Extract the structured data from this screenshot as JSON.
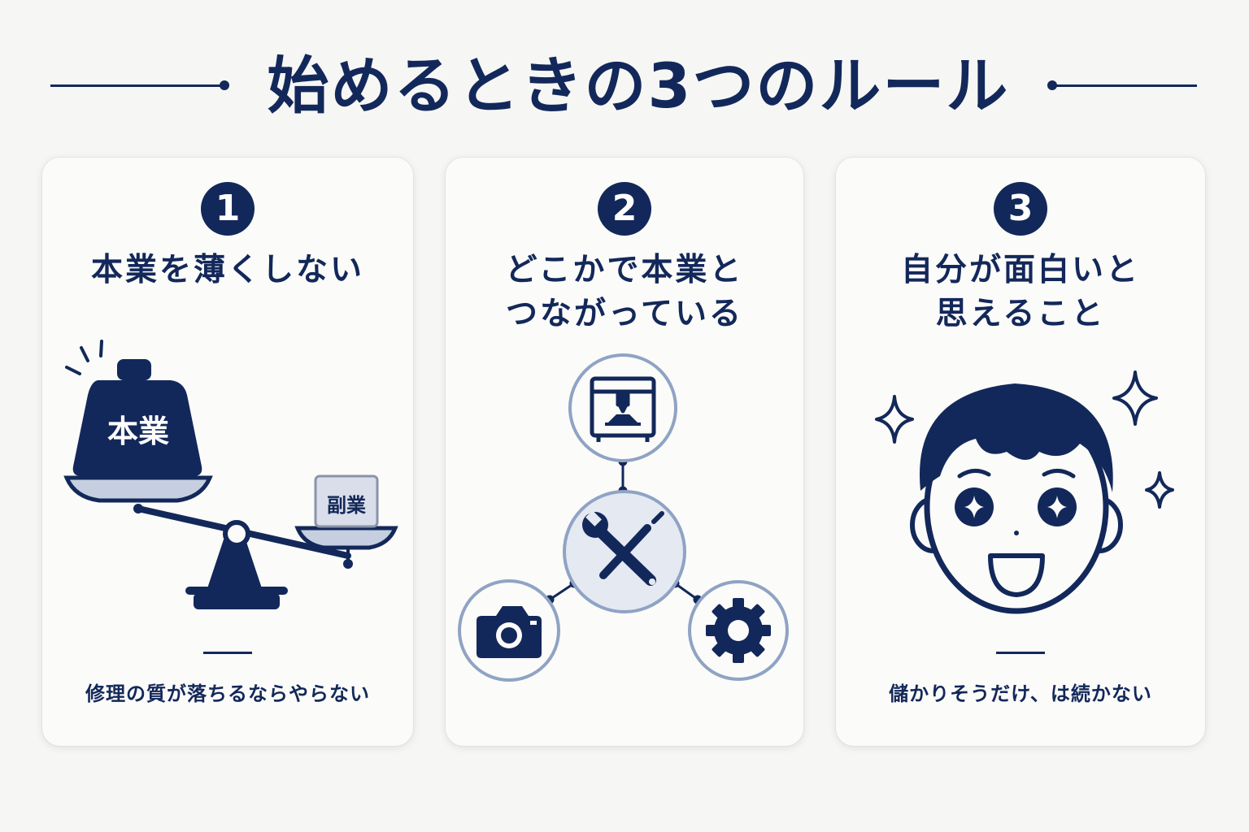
{
  "title": "始めるときの3つのルール",
  "cards": [
    {
      "number": "1",
      "heading_lines": [
        "本業を薄くしない"
      ],
      "caption": "修理の質が落ちるならやらない",
      "weight_label": "本業",
      "box_label": "副業"
    },
    {
      "number": "2",
      "heading_lines": [
        "どこかで本業と",
        "つながっている"
      ],
      "caption": ""
    },
    {
      "number": "3",
      "heading_lines": [
        "自分が面白いと",
        "思えること"
      ],
      "caption": "儲かりそうだけ、は続かない"
    }
  ],
  "colors": {
    "navy": "#13285a",
    "light_blue": "#c5cfe0",
    "ring": "#8fa3c4",
    "card_bg": "#fbfbf9",
    "page_bg": "#f6f6f4"
  },
  "icons": [
    "3d-printer-icon",
    "tools-icon",
    "camera-icon",
    "gear-icon",
    "sparkle-icon"
  ]
}
